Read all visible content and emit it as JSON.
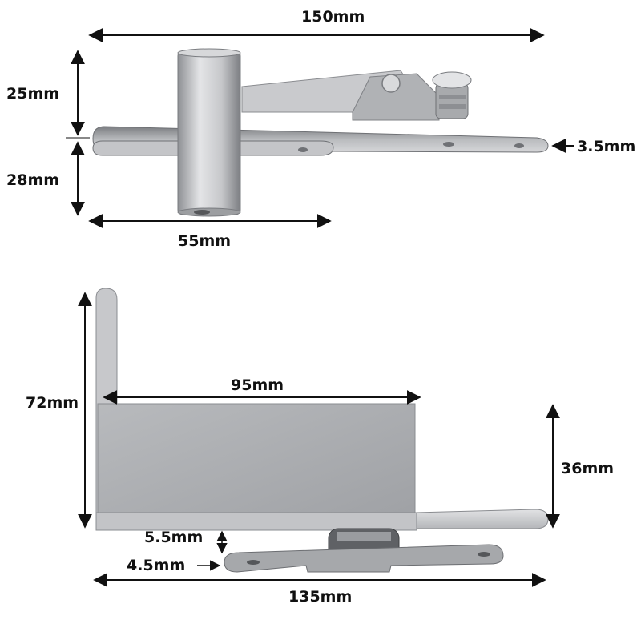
{
  "diagram": {
    "top_view": {
      "dimensions": {
        "overall_length": "150mm",
        "upper_height": "25mm",
        "lower_height": "28mm",
        "plate_thickness": "3.5mm",
        "pin_plate_length": "55mm"
      }
    },
    "bottom_view": {
      "dimensions": {
        "total_height": "72mm",
        "bracket_width": "95mm",
        "foot_height": "36mm",
        "gap_upper": "5.5mm",
        "gap_lower": "4.5mm",
        "base_length": "135mm"
      }
    },
    "colors": {
      "arrow": "#111111",
      "metal_light": "#d2d3d5",
      "metal_mid": "#a9abae",
      "metal_dark": "#6f7175",
      "label": "#111111"
    }
  }
}
